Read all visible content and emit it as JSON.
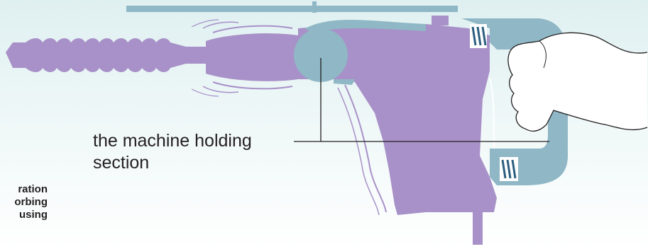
{
  "diagram": {
    "callout": {
      "line1": "the machine holding",
      "line2": "section"
    },
    "side_label_fragments": [
      "ration",
      "orbing",
      "using"
    ],
    "colors": {
      "drill_body": "#a891c8",
      "handle_housing": "#8fb7c5",
      "spring": "#2d5f80",
      "outline": "#231f20",
      "vibration_lines": "#a891c8",
      "background_top": "#dff0f1"
    },
    "icons": [
      "drill-bit-icon",
      "hammer-drill-icon",
      "hand-icon",
      "spring-icon"
    ]
  }
}
